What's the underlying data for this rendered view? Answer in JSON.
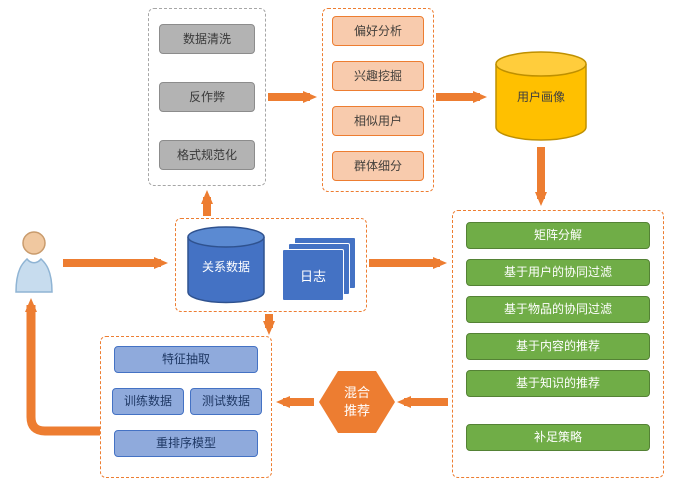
{
  "colors": {
    "arrow": "#ED7D31",
    "gray_fill": "#B3B3B3",
    "salmon_fill": "#F8CBAD",
    "green_fill": "#70AD47",
    "light_blue_fill": "#8FAADC",
    "yellow_fill": "#FFC000",
    "blue_fill": "#4472C4"
  },
  "preprocess": {
    "items": [
      "数据清洗",
      "反作弊",
      "格式规范化"
    ]
  },
  "profiling": {
    "items": [
      "偏好分析",
      "兴趣挖掘",
      "相似用户",
      "群体细分"
    ]
  },
  "user_profile": {
    "label": "用户画像"
  },
  "sources": {
    "relational_db": "关系数据",
    "logs": "日志"
  },
  "recall": {
    "items": [
      "矩阵分解",
      "基于用户的协同过滤",
      "基于物品的协同过滤",
      "基于内容的推荐",
      "基于知识的推荐",
      "补足策略"
    ]
  },
  "hybrid": {
    "label": "混合推荐"
  },
  "ranking": {
    "items": [
      "特征抽取",
      "训练数据",
      "测试数据",
      "重排序模型"
    ]
  }
}
